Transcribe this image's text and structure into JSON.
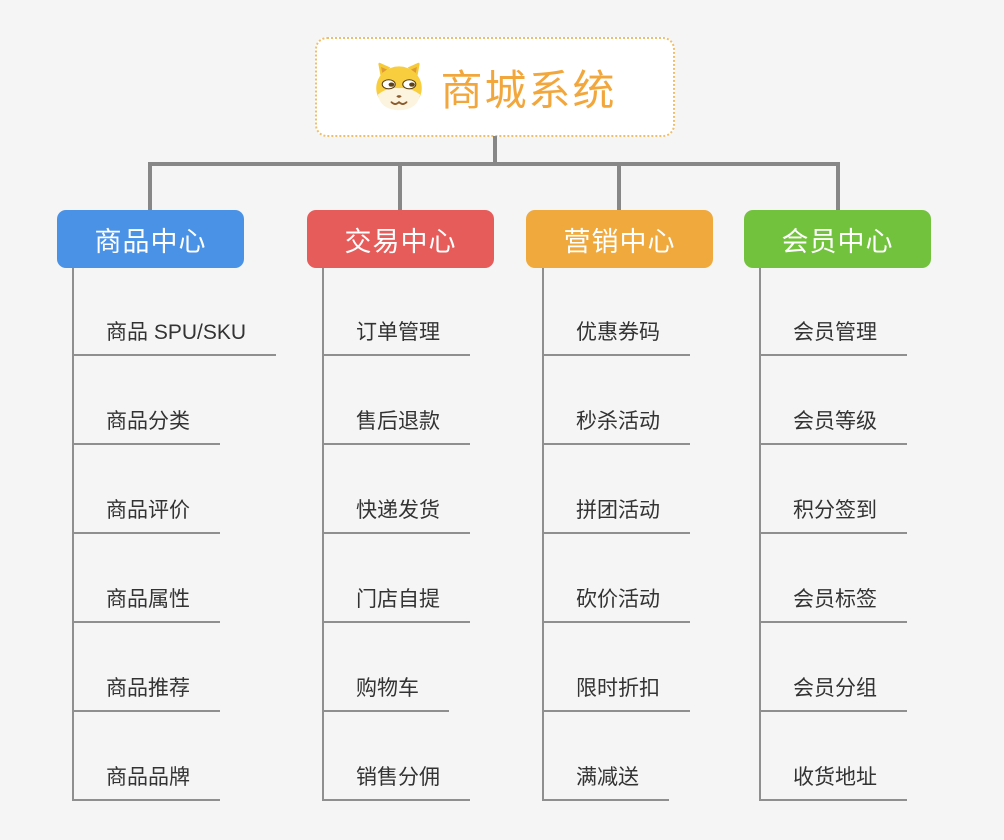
{
  "root": {
    "title": "商城系统",
    "title_color": "#f2a73d",
    "border_color": "#f0be6b",
    "icon": "dog-icon"
  },
  "branches": [
    {
      "label": "商品中心",
      "color": "#4a92e6",
      "items": [
        "商品 SPU/SKU",
        "商品分类",
        "商品评价",
        "商品属性",
        "商品推荐",
        "商品品牌"
      ]
    },
    {
      "label": "交易中心",
      "color": "#e65c5a",
      "items": [
        "订单管理",
        "售后退款",
        "快递发货",
        "门店自提",
        "购物车",
        "销售分佣"
      ]
    },
    {
      "label": "营销中心",
      "color": "#f0a93c",
      "items": [
        "优惠券码",
        "秒杀活动",
        "拼团活动",
        "砍价活动",
        "限时折扣",
        "满减送"
      ]
    },
    {
      "label": "会员中心",
      "color": "#73c23e",
      "items": [
        "会员管理",
        "会员等级",
        "积分签到",
        "会员标签",
        "会员分组",
        "收货地址"
      ]
    }
  ],
  "connector_color": "#878787",
  "background_color": "#f5f5f6"
}
